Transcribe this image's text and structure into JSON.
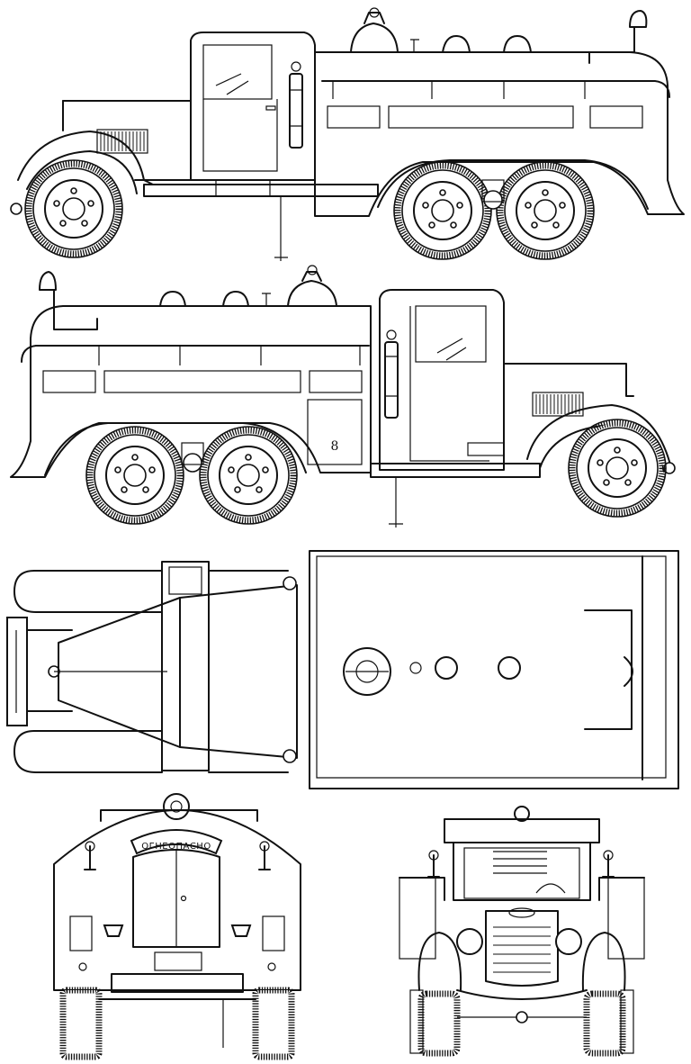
{
  "drawing": {
    "views": [
      "side-right",
      "side-left",
      "top",
      "rear",
      "front"
    ],
    "side_left": {
      "compartment_number": "8"
    },
    "rear": {
      "warning_sign": "ОГНЕОПАСНО"
    }
  }
}
